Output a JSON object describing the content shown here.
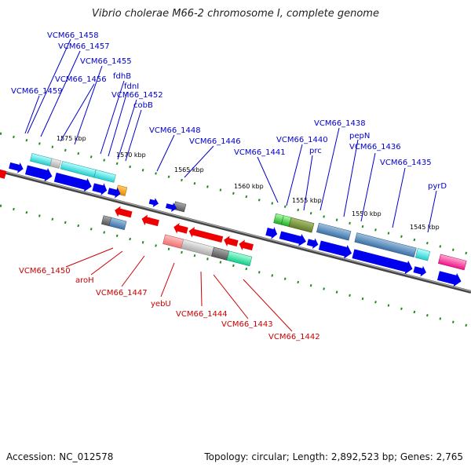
{
  "title": "Vibrio cholerae M66-2 chromosome I, complete genome",
  "accession_text": "Accession: NC_012578",
  "summary_text": "Topology: circular; Length: 2,892,523 bp; Genes: 2,765",
  "colors": {
    "top_label": "#0000cc",
    "bottom_label": "#cc0000",
    "tick": "#228b22",
    "strand_blue": "#0000ee"
  },
  "kbp_labels": [
    "1575 kbp",
    "1570 kbp",
    "1565 kbp",
    "1560 kbp",
    "1555 kbp",
    "1550 kbp",
    "1545 kbp"
  ],
  "top_gene_labels": [
    "VCM66_1458",
    "VCM66_1457",
    "VCM66_1455",
    "VCM66_1456",
    "fdhB",
    "VCM66_1459",
    "fdnI",
    "VCM66_1452",
    "cobB",
    "VCM66_1448",
    "VCM66_1446",
    "VCM66_1438",
    "VCM66_1440",
    "prc",
    "pepN",
    "VCM66_1441",
    "VCM66_1436",
    "VCM66_1435",
    "pyrD"
  ],
  "bottom_gene_labels": [
    "VCM66_1450",
    "aroH",
    "VCM66_1447",
    "yebU",
    "VCM66_1444",
    "VCM66_1443",
    "VCM66_1442"
  ]
}
